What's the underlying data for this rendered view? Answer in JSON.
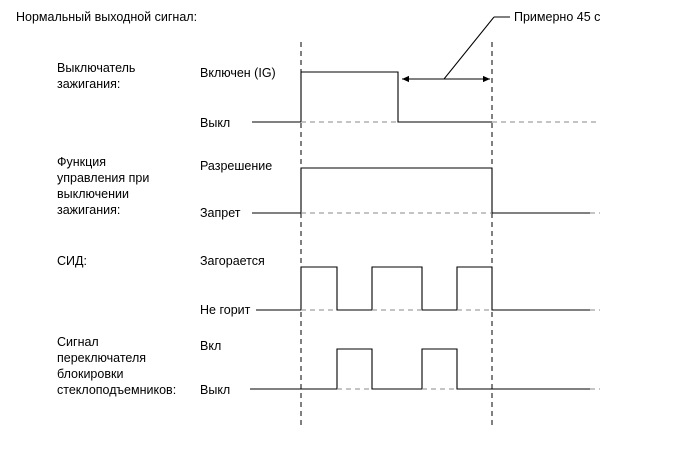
{
  "title": "Нормальный выходной сигнал:",
  "annotation": "Примерно 45 с",
  "signals": [
    {
      "name_lines": [
        "Выключатель",
        "зажигания:"
      ],
      "high": "Включен (IG)",
      "low": "Выкл"
    },
    {
      "name_lines": [
        "Функция",
        "управления при",
        "выключении",
        "зажигания:"
      ],
      "high": "Разрешение",
      "low": "Запрет"
    },
    {
      "name_lines": [
        "СИД:"
      ],
      "high": "Загорается",
      "low": "Не горит"
    },
    {
      "name_lines": [
        "Сигнал",
        "переключателя",
        "блокировки",
        "стеклоподъемников:"
      ],
      "high": "Вкл",
      "low": "Выкл"
    }
  ]
}
